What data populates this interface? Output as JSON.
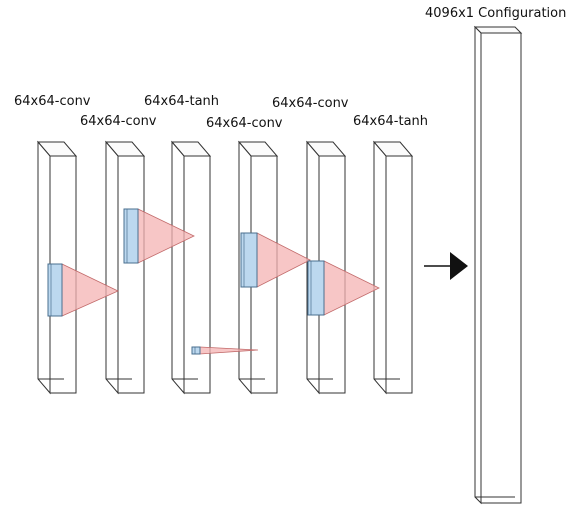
{
  "layers": [
    {
      "label": "64x64-conv"
    },
    {
      "label": "64x64-conv"
    },
    {
      "label": "64x64-tanh"
    },
    {
      "label": "64x64-conv"
    },
    {
      "label": "64x64-conv"
    },
    {
      "label": "64x64-tanh"
    }
  ],
  "output": {
    "label": "4096x1 Configuration"
  },
  "colors": {
    "outline": "#333333",
    "kernel_fill": "#bcd8ef",
    "kernel_stroke": "#4a6f8f",
    "cone_fill": "#f4b3b3",
    "cone_stroke": "#c26a6a",
    "arrow": "#111111"
  }
}
